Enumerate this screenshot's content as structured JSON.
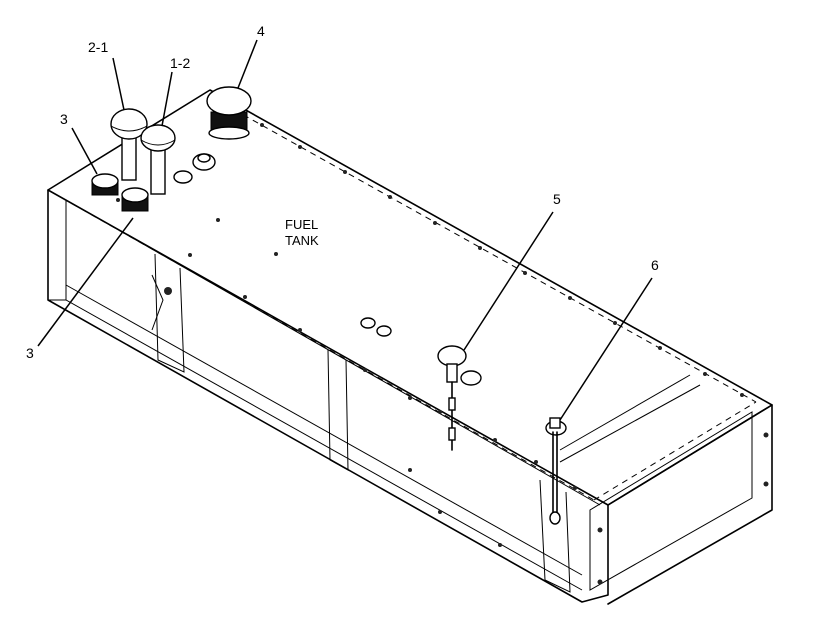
{
  "diagram": {
    "label_line1": "FUEL",
    "label_line2": "TANK",
    "callouts": {
      "c21": "2-1",
      "c12": "1-2",
      "c4": "4",
      "c3a": "3",
      "c3b": "3",
      "c5": "5",
      "c6": "6"
    }
  },
  "colors": {
    "line": "#000000",
    "background": "#ffffff"
  }
}
